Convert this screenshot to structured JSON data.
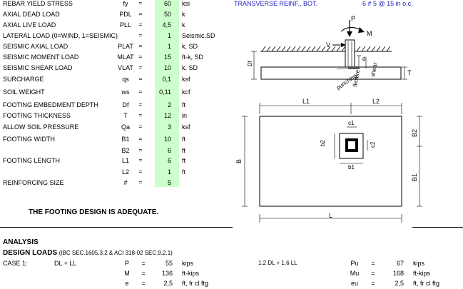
{
  "inputs": [
    {
      "label": "REBAR YIELD STRESS",
      "sym": "fy",
      "value": "60",
      "unit": "ksi"
    },
    {
      "label": "AXIAL DEAD LOAD",
      "sym": "PDL",
      "value": "50",
      "unit": "k"
    },
    {
      "label": "AXIAL LIVE LOAD",
      "sym": "PLL",
      "value": "4,5",
      "unit": "k"
    },
    {
      "label": "LATERAL LOAD (0=WIND, 1=SEISMIC)",
      "sym": "",
      "value": "1",
      "unit": "Seismic,SD"
    },
    {
      "label": "SEISMIC AXIAL LOAD",
      "sym": "PLAT",
      "value": "1",
      "unit": "k, SD"
    },
    {
      "label": "SEISMIC MOMENT LOAD",
      "sym": "MLAT",
      "value": "15",
      "unit": "ft-k, SD"
    },
    {
      "label": "SEISMIC SHEAR LOAD",
      "sym": "VLAT",
      "value": "10",
      "unit": "k, SD"
    },
    {
      "label": "SURCHARGE",
      "sym": "qs",
      "value": "0,1",
      "unit": "ksf"
    },
    {
      "label": "SOIL WEIGHT",
      "sym": "ws",
      "value": "0,11",
      "unit": "kcf"
    },
    {
      "label": "FOOTING EMBEDMENT DEPTH",
      "sym": "Df",
      "value": "2",
      "unit": "ft"
    },
    {
      "label": "FOOTING THICKNESS",
      "sym": "T",
      "value": "12",
      "unit": "in"
    },
    {
      "label": "ALLOW SOIL PRESSURE",
      "sym": "Qa",
      "value": "3",
      "unit": "ksf"
    },
    {
      "label": "FOOTING WIDTH",
      "sym": "B1",
      "value": "10",
      "unit": "ft"
    },
    {
      "label": "",
      "sym": "B2",
      "value": "6",
      "unit": "ft"
    },
    {
      "label": "FOOTING LENGTH",
      "sym": "L1",
      "value": "6",
      "unit": "ft"
    },
    {
      "label": "",
      "sym": "L2",
      "value": "1",
      "unit": "ft"
    },
    {
      "label": "REINFORCING SIZE",
      "sym": "#",
      "value": "5",
      "unit": ""
    }
  ],
  "eq_sign": "=",
  "transverse": {
    "label": "TRANSVERSE REINF., BOT.",
    "value": "6 # 5 @ 15 in o.c."
  },
  "adequacy": "THE FOOTING DESIGN IS ADEQUATE.",
  "analysis": {
    "title": "ANALYSIS",
    "design_loads_title": "DESIGN  LOADS",
    "design_loads_ref": "(IBC SEC.1605.3.2 & ACI 318-02 SEC.9.2.1)",
    "case_label": "CASE 1:",
    "case_combo": "DL + LL",
    "factored_combo": "1.2 DL + 1.6 LL",
    "rows": [
      {
        "sym": "P",
        "value": "55",
        "unit": "kips",
        "fsym": "Pu",
        "fvalue": "67",
        "funit": "kips"
      },
      {
        "sym": "M",
        "value": "136",
        "unit": "ft-kips",
        "fsym": "Mu",
        "fvalue": "168",
        "funit": "ft-kips"
      },
      {
        "sym": "e",
        "value": "2,5",
        "unit": "ft, fr cl ftg",
        "fsym": "eu",
        "fvalue": "2,5",
        "funit": "ft, fr cl ftg"
      }
    ]
  },
  "diagram": {
    "P": "P",
    "M": "M",
    "V": "V",
    "d": "d",
    "Df": "Df",
    "T": "T",
    "punching": "punching",
    "flexure": "flexure",
    "shear": "shear",
    "L1": "L1",
    "L2": "L2",
    "B": "B",
    "B1": "B1",
    "B2": "B2",
    "L": "L",
    "c1": "c1",
    "c2": "c2",
    "b1": "b1",
    "b2": "b2"
  }
}
